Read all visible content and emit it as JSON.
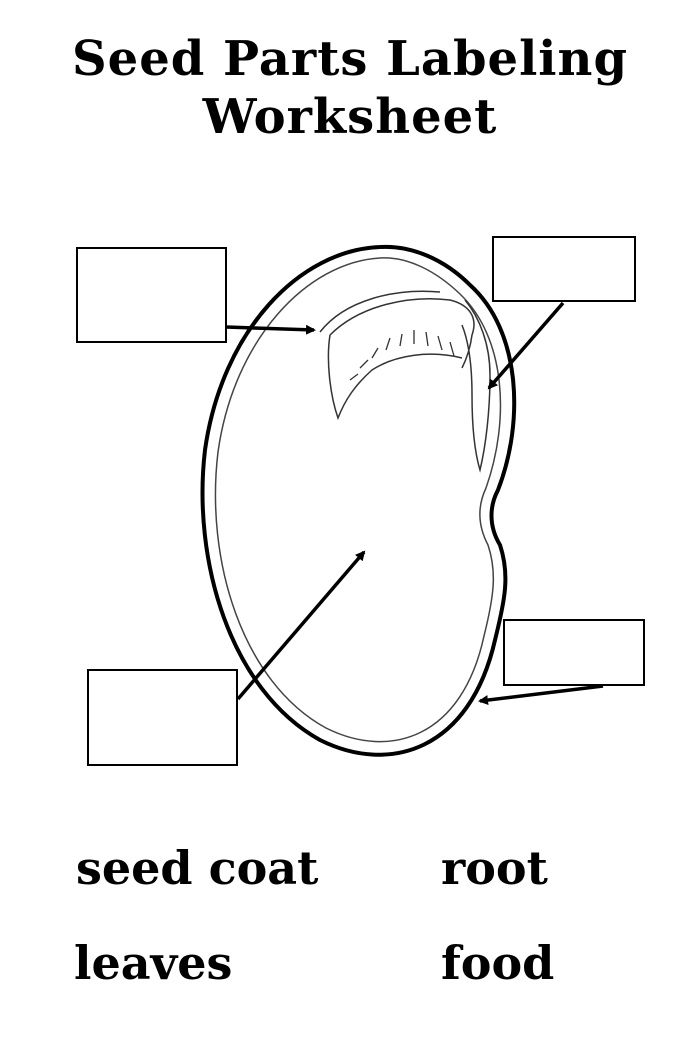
{
  "title": {
    "line1": "Seed Parts Labeling",
    "line2": "Worksheet"
  },
  "label_boxes": {
    "count": 4,
    "content": ""
  },
  "word_bank": {
    "words": [
      "seed coat",
      "root",
      "leaves",
      "food"
    ]
  },
  "colors": {
    "ink": "#000000",
    "paper": "#ffffff"
  }
}
